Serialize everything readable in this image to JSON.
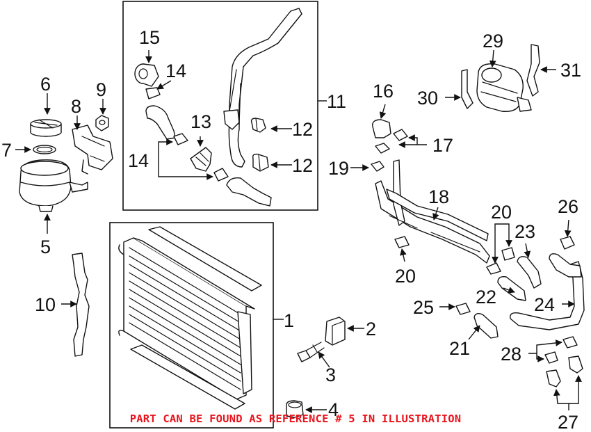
{
  "callouts": [
    {
      "id": "1",
      "text": "1"
    },
    {
      "id": "2",
      "text": "2"
    },
    {
      "id": "3",
      "text": "3"
    },
    {
      "id": "4",
      "text": "4"
    },
    {
      "id": "5",
      "text": "5"
    },
    {
      "id": "6",
      "text": "6"
    },
    {
      "id": "7",
      "text": "7"
    },
    {
      "id": "8",
      "text": "8"
    },
    {
      "id": "9",
      "text": "9"
    },
    {
      "id": "10",
      "text": "10"
    },
    {
      "id": "11",
      "text": "11"
    },
    {
      "id": "12a",
      "text": "12"
    },
    {
      "id": "12b",
      "text": "12"
    },
    {
      "id": "13",
      "text": "13"
    },
    {
      "id": "14a",
      "text": "14"
    },
    {
      "id": "14b",
      "text": "14"
    },
    {
      "id": "15",
      "text": "15"
    },
    {
      "id": "16",
      "text": "16"
    },
    {
      "id": "17",
      "text": "17"
    },
    {
      "id": "18",
      "text": "18"
    },
    {
      "id": "19",
      "text": "19"
    },
    {
      "id": "20a",
      "text": "20"
    },
    {
      "id": "20b",
      "text": "20"
    },
    {
      "id": "21",
      "text": "21"
    },
    {
      "id": "22",
      "text": "22"
    },
    {
      "id": "23",
      "text": "23"
    },
    {
      "id": "24",
      "text": "24"
    },
    {
      "id": "25",
      "text": "25"
    },
    {
      "id": "26",
      "text": "26"
    },
    {
      "id": "27",
      "text": "27"
    },
    {
      "id": "28",
      "text": "28"
    },
    {
      "id": "29",
      "text": "29"
    },
    {
      "id": "30",
      "text": "30"
    },
    {
      "id": "31",
      "text": "31"
    }
  ],
  "footer_note": "PART CAN BE FOUND AS REFERENCE # 5 IN ILLUSTRATION",
  "colors": {
    "line": "#111111",
    "note": "#e8141c",
    "background": "#ffffff"
  }
}
